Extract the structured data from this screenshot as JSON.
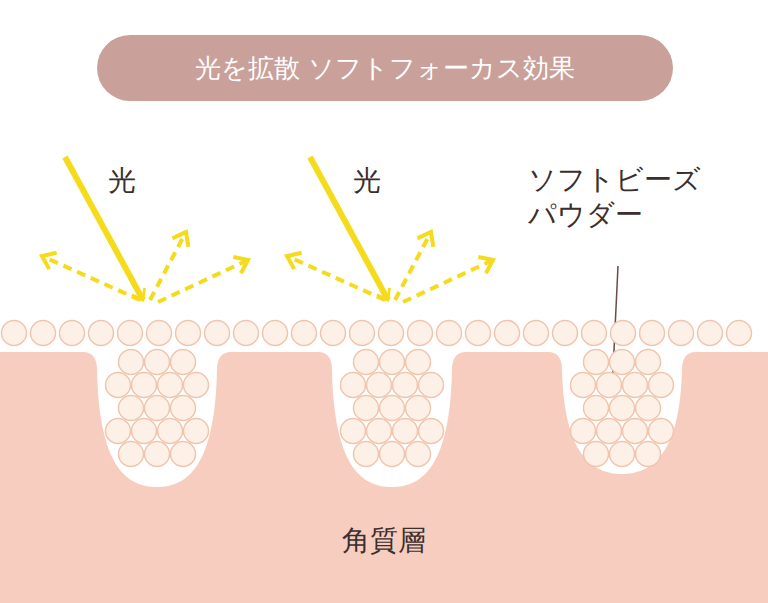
{
  "diagram": {
    "title": "光を拡散 ソフトフォーカス効果",
    "nodes": [
      {
        "text": [
          "角質層"
        ]
      }
    ],
    "labels": [
      "光",
      "光",
      "ソフトビーズ パウダー"
    ]
  }
}
